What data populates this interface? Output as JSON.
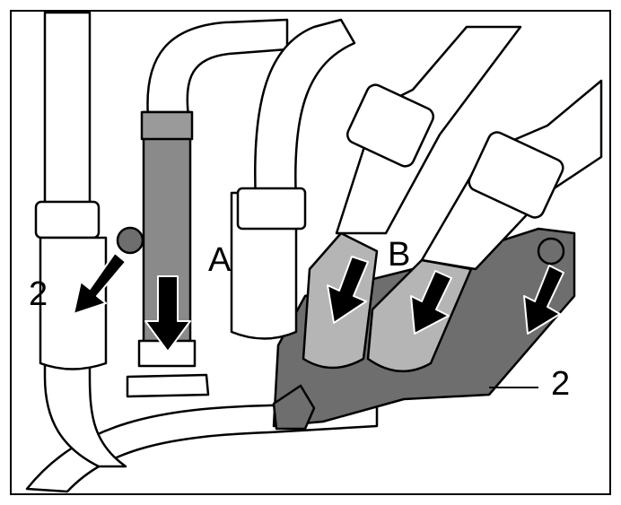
{
  "figure": {
    "labels": {
      "hose_a": "A",
      "hose_b": "B",
      "bolt_left": "2",
      "bolt_right": "2"
    },
    "colors": {
      "outline": "#000000",
      "hose_fill": "#ffffff",
      "bracket_dark": "#6e6e6e",
      "hose_a_grey": "#8a8a8a",
      "hose_b_grey": "#b5b5b5",
      "arrow": "#000000"
    }
  }
}
